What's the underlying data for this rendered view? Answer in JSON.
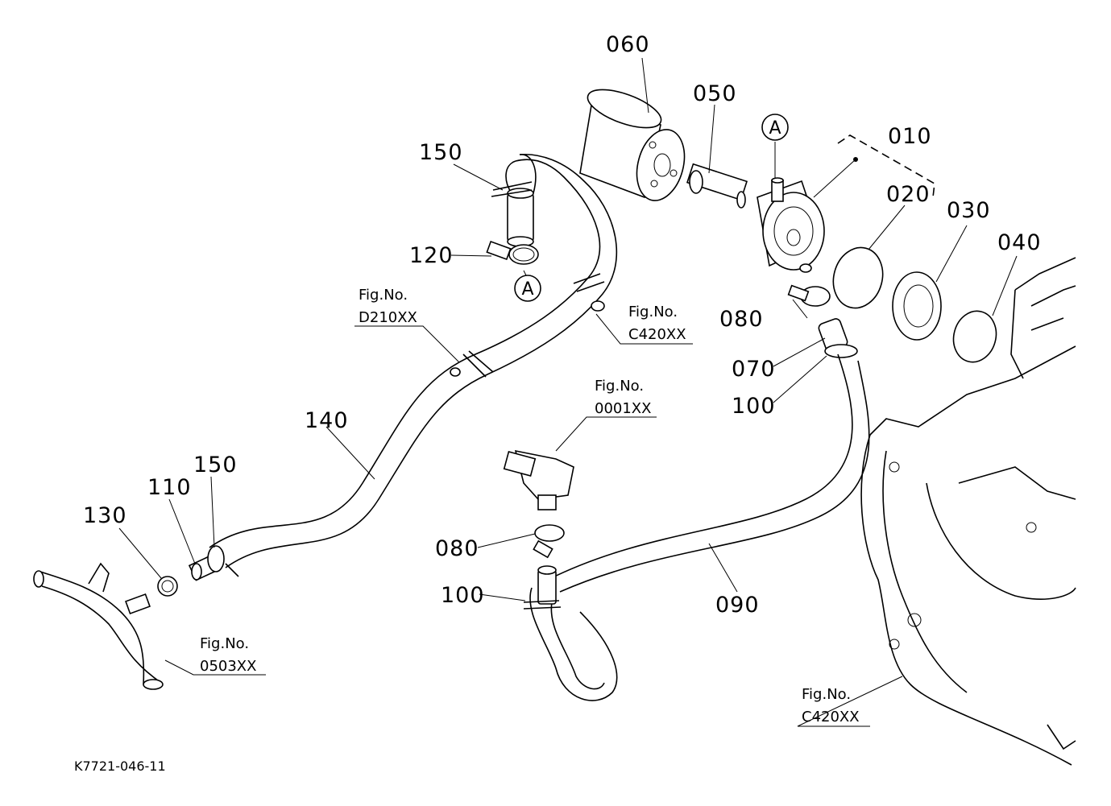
{
  "diagram_code": "K7721-046-11",
  "callout_circle_letter": "A",
  "part_numbers": {
    "p010": "010",
    "p020": "020",
    "p030": "030",
    "p040": "040",
    "p050": "050",
    "p060": "060",
    "p070": "070",
    "p080_top": "080",
    "p080_bottom": "080",
    "p090": "090",
    "p100_top": "100",
    "p100_bottom": "100",
    "p110": "110",
    "p120": "120",
    "p130": "130",
    "p140": "140",
    "p150_top": "150",
    "p150_bottom": "150"
  },
  "figure_refs": [
    {
      "prefix": "Fig.No.",
      "code": "D210XX"
    },
    {
      "prefix": "Fig.No.",
      "code": "C420XX"
    },
    {
      "prefix": "Fig.No.",
      "code": "0001XX"
    },
    {
      "prefix": "Fig.No.",
      "code": "0503XX"
    },
    {
      "prefix": "Fig.No.",
      "code": "C420XX"
    }
  ]
}
